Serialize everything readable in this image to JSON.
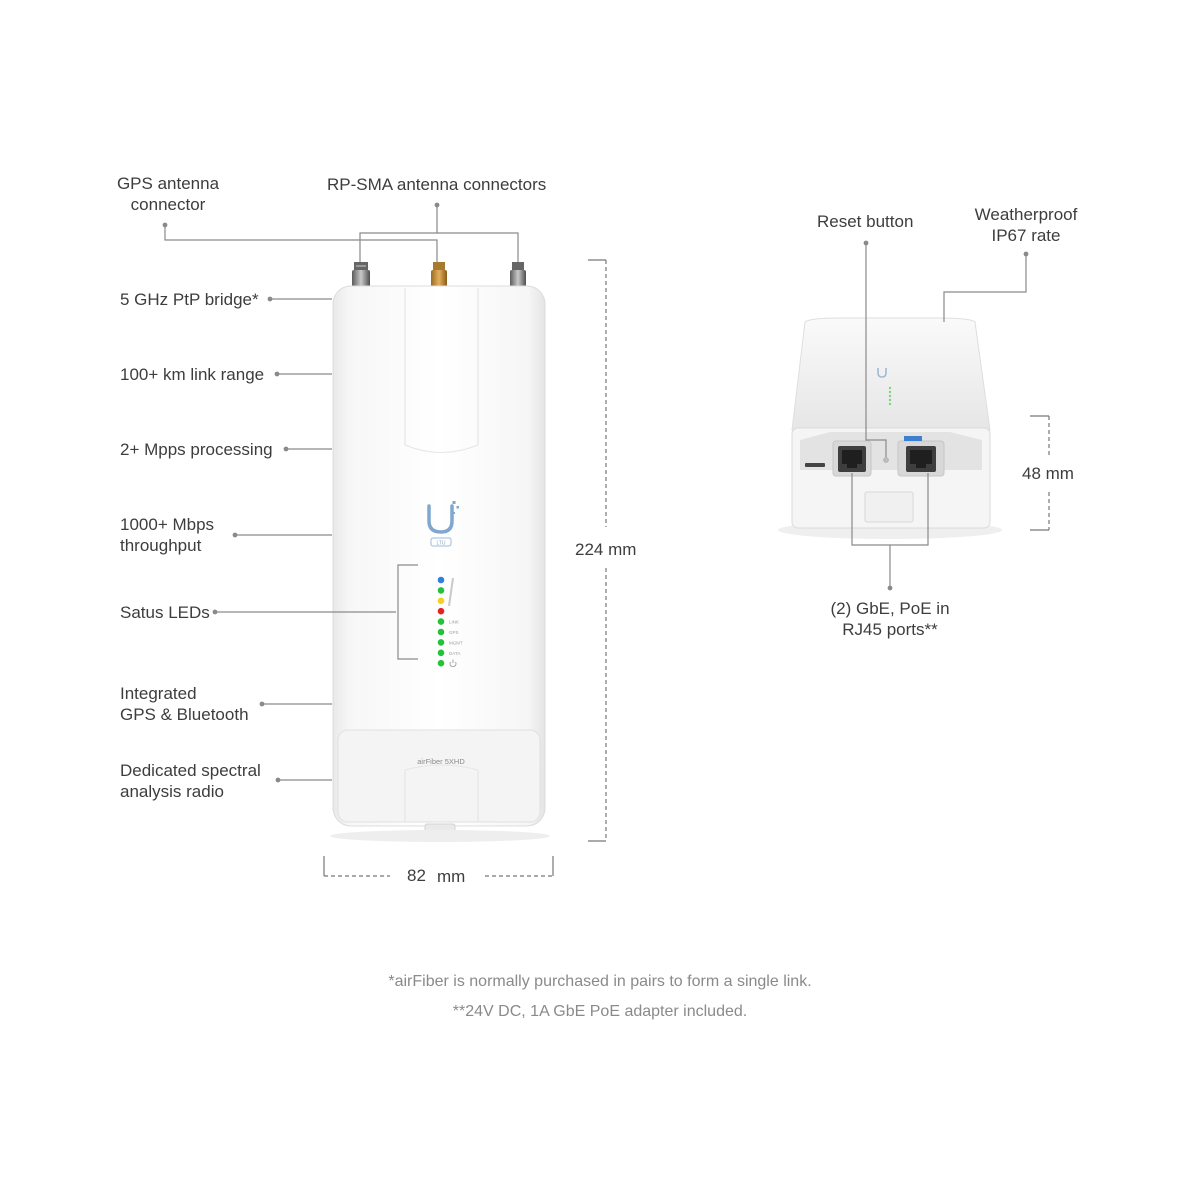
{
  "callouts": {
    "gps_antenna": "GPS antenna\nconnector",
    "rpsma": "RP-SMA antenna connectors",
    "ptp_bridge": "5 GHz PtP bridge*",
    "link_range": "100+ km link range",
    "processing": "2+ Mpps processing",
    "throughput": "1000+ Mbps\nthroughput",
    "status_leds": "Satus LEDs",
    "gps_bluetooth": "Integrated\nGPS & Bluetooth",
    "spectral": "Dedicated spectral\nanalysis radio",
    "reset": "Reset button",
    "weatherproof": "Weatherproof\nIP67 rate",
    "rj45": "(2) GbE, PoE in\nRJ45 ports**"
  },
  "dimensions": {
    "height": "224 mm",
    "width_value": "82",
    "width_unit": "mm",
    "depth": "48 mm"
  },
  "device": {
    "model_label": "airFiber 5XHD",
    "badge": "LTU",
    "led_labels": [
      "LINK",
      "GPS",
      "MGMT",
      "DATA"
    ],
    "led_colors": [
      "#2f7fe0",
      "#22c33a",
      "#f2d21c",
      "#e02424",
      "#22c33a",
      "#22c33a",
      "#22c33a",
      "#22c33a",
      "#22c33a"
    ]
  },
  "footnotes": {
    "line1": "*airFiber is normally purchased in pairs to form a single link.",
    "line2": "**24V DC, 1A GbE PoE adapter included."
  }
}
